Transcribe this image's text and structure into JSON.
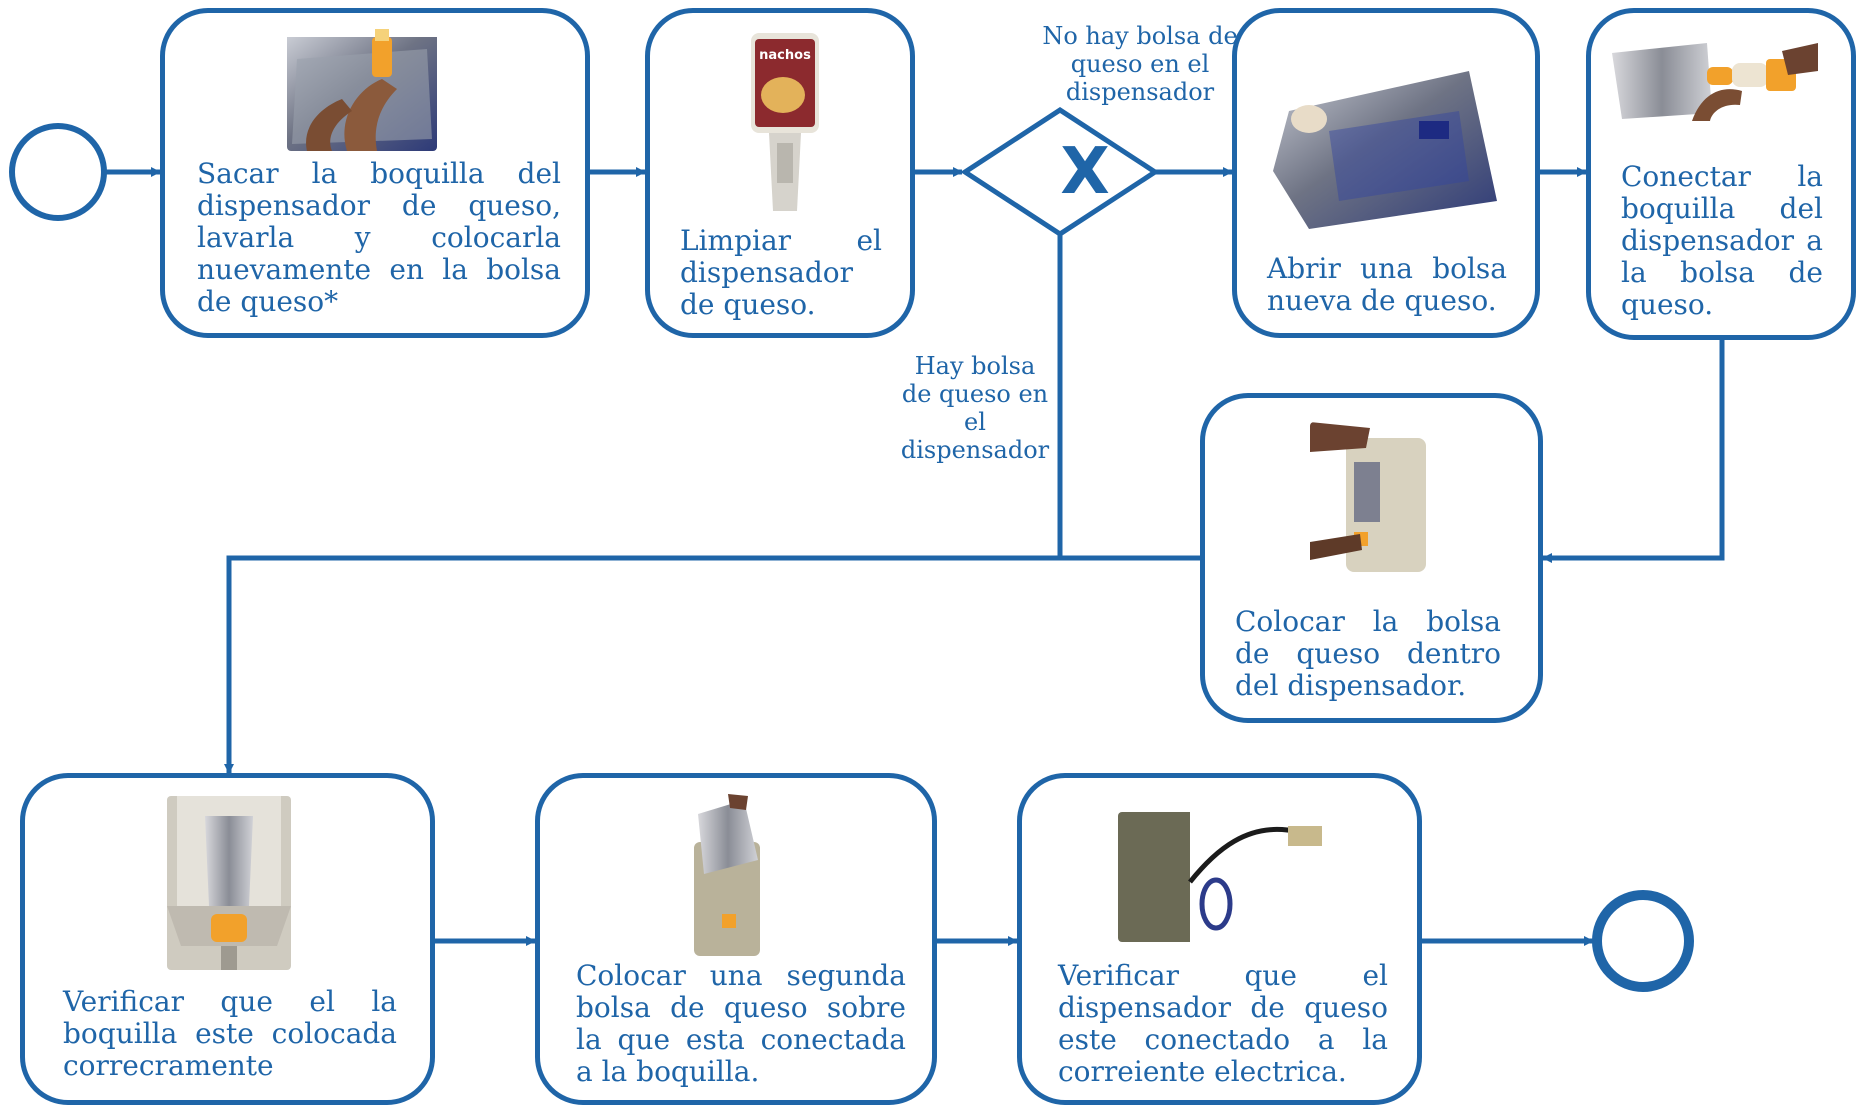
{
  "colors": {
    "stroke": "#1f65a8",
    "background": "#ffffff"
  },
  "gateway": {
    "symbol": "X"
  },
  "labels": {
    "no_bag": "No hay bolsa de queso en el dispensador",
    "has_bag": "Hay bolsa de queso en el dispensador"
  },
  "tasks": [
    {
      "id": "t1",
      "text": "Sacar la boquilla del dispensador de queso, lavarla y colocarla nuevamente en la bolsa de queso*",
      "photo": "hands-holding-nozzle-on-foil-bag"
    },
    {
      "id": "t2",
      "text": "Limpiar el dispensador de queso.",
      "photo": "nachos-cheese-dispenser"
    },
    {
      "id": "t3",
      "text": "Abrir una bolsa nueva de queso.",
      "photo": "foil-cheese-bag"
    },
    {
      "id": "t4",
      "text": "Conectar la boquilla del dispensador a la bolsa de queso.",
      "photo": "connecting-nozzle-to-bag"
    },
    {
      "id": "t5",
      "text": "Colocar la bolsa de queso dentro del dispensador.",
      "photo": "inserting-bag-into-dispenser"
    },
    {
      "id": "t6",
      "text": "Verificar que el la boquilla este colocada correcramente",
      "photo": "nozzle-in-dispenser"
    },
    {
      "id": "t7",
      "text": "Colocar una segunda bolsa de queso sobre la que esta conectada a la boquilla.",
      "photo": "second-bag-on-dispenser"
    },
    {
      "id": "t8",
      "text": "Verificar que el dispensador de queso este conectado a la correiente electrica.",
      "photo": "power-cable-plug"
    }
  ]
}
